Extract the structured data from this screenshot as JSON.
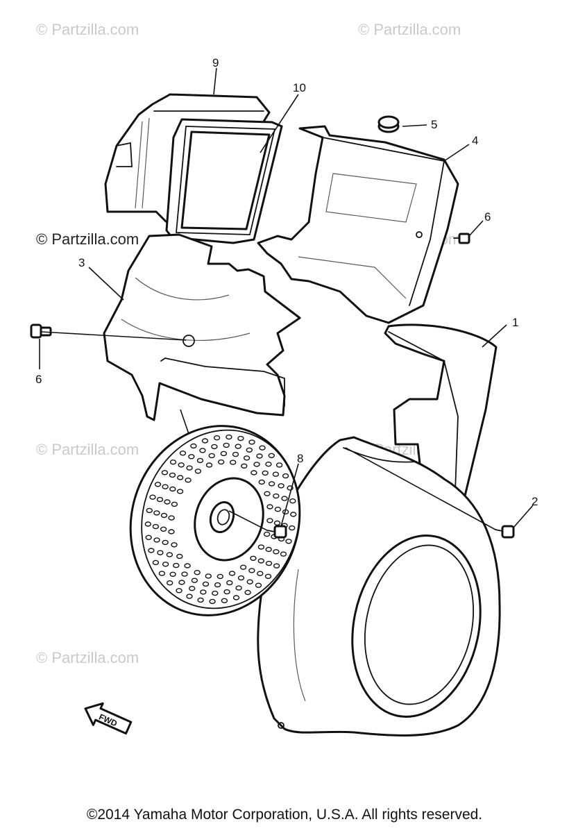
{
  "watermark": "© Partzilla.com",
  "callouts": [
    "1",
    "2",
    "3",
    "4",
    "5",
    "6",
    "6",
    "8",
    "9",
    "10"
  ],
  "fwd_label": "FWD",
  "footer": "©2014  Yamaha Motor Corporation, U.S.A. All rights reserved."
}
